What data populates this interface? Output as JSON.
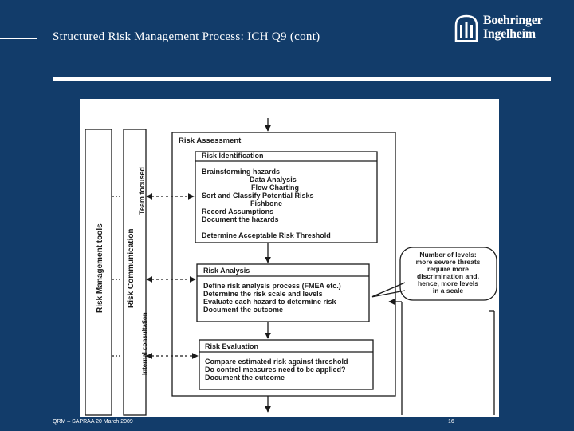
{
  "slide": {
    "title": "Structured Risk Management Process: ICH Q9 (cont)",
    "logo": {
      "line1": "Boehringer",
      "line2": "Ingelheim"
    },
    "footer": {
      "left": "QRM – SAPRAA 20 March 2009",
      "page": "16"
    }
  },
  "colors": {
    "background": "#123c6a",
    "text": "#ffffff",
    "figure_bg": "#ffffff",
    "figure_ink": "#1a1a1a"
  },
  "figure": {
    "side_labels": {
      "tools": "Risk Management tools",
      "communication": "Risk Communication",
      "team": "Team focused",
      "consultation": "Internal consultation"
    },
    "assessment": {
      "title": "Risk Assessment",
      "identification": {
        "title": "Risk Identification",
        "items": [
          "Brainstorming hazards",
          "Data Analysis",
          "Flow Charting",
          "Sort and Classify Potential Risks",
          "Fishbone",
          "Record Assumptions",
          "Document the hazards"
        ],
        "threshold": "Determine Acceptable Risk Threshold"
      },
      "analysis": {
        "title": "Risk Analysis",
        "items": [
          "Define risk analysis process (FMEA etc.)",
          "Determine the risk scale and levels",
          "Evaluate each hazard to determine risk",
          "Document the outcome"
        ]
      },
      "evaluation": {
        "title": "Risk Evaluation",
        "items": [
          "Compare estimated risk against threshold",
          "Do control measures need to be applied?",
          "Document the outcome"
        ]
      }
    },
    "callout": [
      "Number of levels:",
      "more severe threats",
      "require more",
      "discrimination and,",
      "hence, more levels",
      "in a scale"
    ]
  }
}
